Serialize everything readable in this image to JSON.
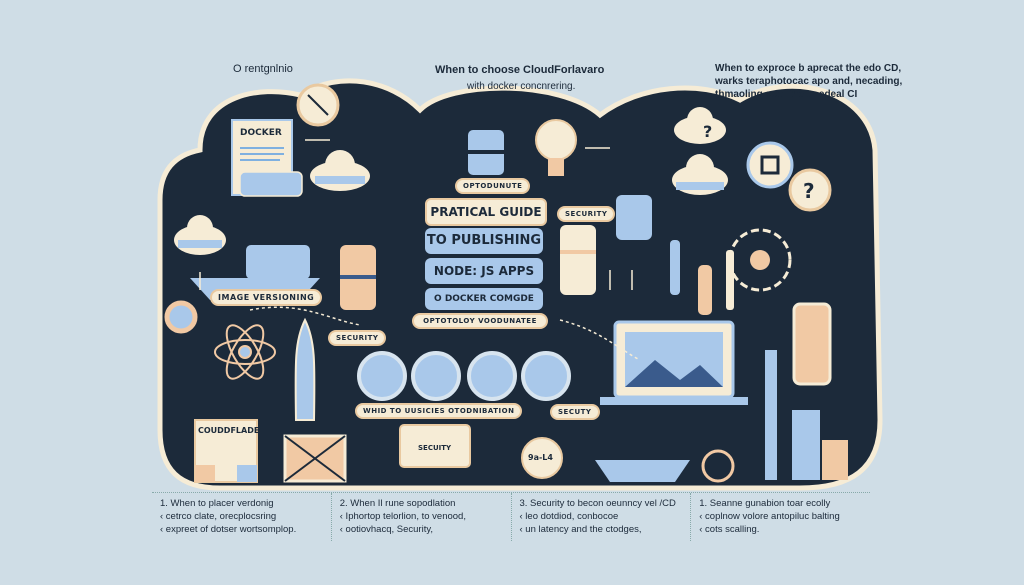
{
  "header": {
    "left_label": "O rentgnlnio",
    "center_title": "When to choose CloudForlavaro",
    "center_subtitle": "with docker concnrering.",
    "right_lines": [
      "When to exproce b aprecat the edo CD,",
      "warks teraphotocac apo and, necading,",
      "thmaoling coct the to edeal CI"
    ]
  },
  "title": {
    "line1": "PRATICAL GUIDE",
    "line2": "TO PUBLISHING",
    "line3": "NODE: JS APPS",
    "line4": "O DOCKER COMGDE"
  },
  "labels": {
    "docker_doc": "DOCKER",
    "image_versioning": "IMAGE VERSIONING",
    "optodunute": "OPTODUNUTE",
    "security_top": "SECURITY",
    "orchestration_band": "OPTOTOLOY VOODUNATEE",
    "security_left": "SECURITY",
    "when_orchestration": "WHID TO UUSICIES  OTODNIBATION",
    "security_right": "SECUTY",
    "security_box": "SECUITY",
    "cloudflade": "COUDDFLADE",
    "badge": "9a-L4"
  },
  "bottom": [
    {
      "lines": [
        "1. When to placer verdonig",
        "‹ cetrco clate, orecplocsring",
        "‹ expreet of dotser wortsomplop."
      ]
    },
    {
      "lines": [
        "2. When Il rune sopodlation",
        "‹ Iphortop telorlion, to venood,",
        "‹ ootiovhacq, Security,"
      ]
    },
    {
      "lines": [
        "3. Security to becon oeunncy vel /CD",
        "‹ leo dotdiod, conbocoe",
        "‹ un latency and the ctodges,"
      ]
    },
    {
      "lines": [
        "1. Seanne gunabion toar ecolly",
        "‹ coplnow volore antopiluc balting",
        "‹ cots scalling."
      ]
    }
  ],
  "colors": {
    "background": "#cfdde6",
    "dark": "#1c2a3a",
    "cream": "#f6ecd6",
    "blue": "#a9c8ea",
    "peach": "#f1c9a4"
  }
}
